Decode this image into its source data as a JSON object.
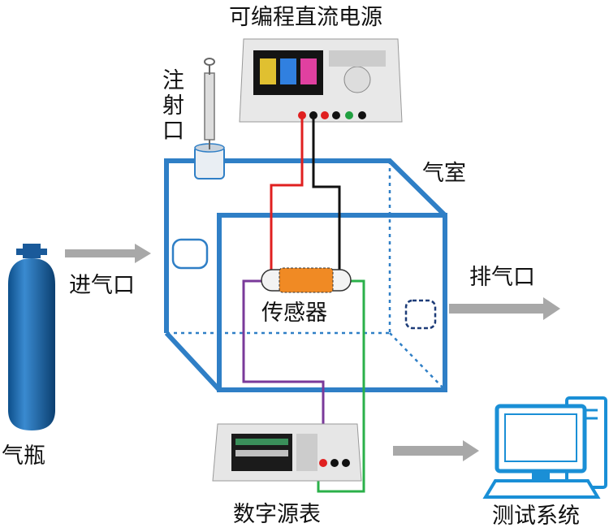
{
  "labels": {
    "power_supply": "可编程直流电源",
    "injection_port": "注射口",
    "gas_chamber": "气室",
    "inlet": "进气口",
    "outlet": "排气口",
    "sensor": "传感器",
    "gas_cylinder": "气瓶",
    "source_meter": "数字源表",
    "test_system": "测试系统"
  },
  "colors": {
    "chamber": "#2f7fc6",
    "arrow": "#a8a8a8",
    "positive_wire": "#e02020",
    "negative_wire": "#111111",
    "purple_wire": "#7a3a9a",
    "green_wire": "#2bb04a",
    "sensor": "#f08a24",
    "computer": "#1a8fd6"
  }
}
